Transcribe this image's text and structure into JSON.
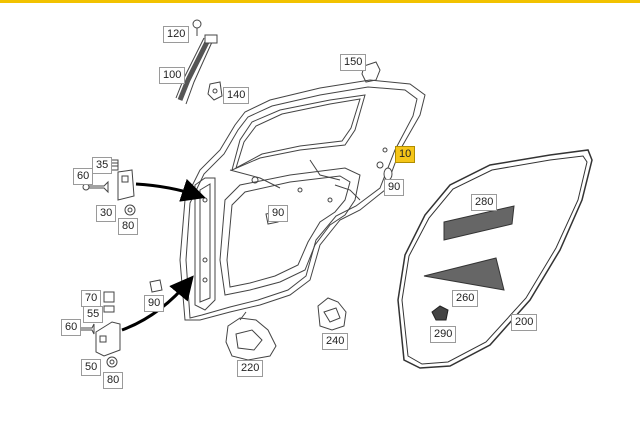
{
  "diagram": {
    "highlight_color": "#f5c518",
    "accent_color": "#f2c200",
    "callouts": [
      {
        "id": "c120",
        "label": "120",
        "highlighted": false
      },
      {
        "id": "c100",
        "label": "100",
        "highlighted": false
      },
      {
        "id": "c140",
        "label": "140",
        "highlighted": false
      },
      {
        "id": "c150",
        "label": "150",
        "highlighted": false
      },
      {
        "id": "c10",
        "label": "10",
        "highlighted": true
      },
      {
        "id": "c35",
        "label": "35",
        "highlighted": false
      },
      {
        "id": "c60a",
        "label": "60",
        "highlighted": false
      },
      {
        "id": "c30",
        "label": "30",
        "highlighted": false
      },
      {
        "id": "c80a",
        "label": "80",
        "highlighted": false
      },
      {
        "id": "c90a",
        "label": "90",
        "highlighted": false
      },
      {
        "id": "c90b",
        "label": "90",
        "highlighted": false
      },
      {
        "id": "c280",
        "label": "280",
        "highlighted": false
      },
      {
        "id": "c260",
        "label": "260",
        "highlighted": false
      },
      {
        "id": "c200",
        "label": "200",
        "highlighted": false
      },
      {
        "id": "c290",
        "label": "290",
        "highlighted": false
      },
      {
        "id": "c70",
        "label": "70",
        "highlighted": false
      },
      {
        "id": "c55",
        "label": "55",
        "highlighted": false
      },
      {
        "id": "c60b",
        "label": "60",
        "highlighted": false
      },
      {
        "id": "c50",
        "label": "50",
        "highlighted": false
      },
      {
        "id": "c80b",
        "label": "80",
        "highlighted": false
      },
      {
        "id": "c90c",
        "label": "90",
        "highlighted": false
      },
      {
        "id": "c240",
        "label": "240",
        "highlighted": false
      },
      {
        "id": "c220",
        "label": "220",
        "highlighted": false
      }
    ]
  }
}
